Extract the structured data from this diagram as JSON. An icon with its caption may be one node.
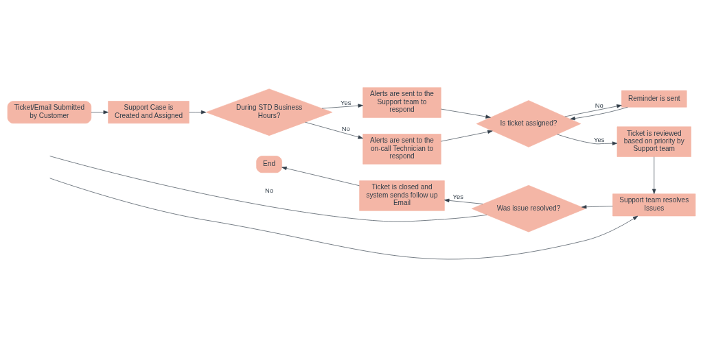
{
  "diagram": {
    "nodes": [
      {
        "text": [
          "Ticket/Email Submitted by Customer"
        ]
      },
      {
        "text": [
          "Support Case is Created and Assigned"
        ]
      },
      {
        "text": [
          "During STD Business Hours?"
        ]
      },
      {
        "text": [
          "Alerts are sent to the Support team to respond"
        ]
      },
      {
        "text": [
          "Alerts are sent to the on-call Technician to respond"
        ]
      },
      {
        "text": [
          "Reminder is sent"
        ]
      },
      {
        "text": [
          "Is ticket assigned?"
        ]
      },
      {
        "text": [
          "Ticket is reviewed based on priority by Support team"
        ]
      },
      {
        "text": [
          "Support team resolves Issues"
        ]
      },
      {
        "text": [
          "Was issue resolved?"
        ]
      },
      {
        "text": [
          "Ticket is closed and system sends follow up Email"
        ]
      },
      {
        "text": [
          "End"
        ]
      }
    ],
    "edges": [
      {
        "from": 0,
        "to": 1,
        "arrow": "to"
      },
      {
        "from": 1,
        "to": 2,
        "arrow": "to"
      },
      {
        "from": 2,
        "to": 3,
        "arrow": "to",
        "label": "Yes"
      },
      {
        "from": 2,
        "to": 4,
        "arrow": "to",
        "label": "No"
      },
      {
        "from": 3,
        "to": 6,
        "arrow": "to"
      },
      {
        "from": 4,
        "to": 6,
        "arrow": "to"
      },
      {
        "from": 6,
        "to": 5,
        "arrow": "to",
        "label": "No"
      },
      {
        "from": 5,
        "to": 6,
        "arrow": "to"
      },
      {
        "from": 6,
        "to": 7,
        "arrow": "to",
        "label": "Yes"
      },
      {
        "from": 7,
        "to": 8,
        "arrow": "to"
      },
      {
        "from": 8,
        "to": 9,
        "arrow": "to"
      },
      {
        "from": 9,
        "to": 10,
        "arrow": "to",
        "label": "Yes"
      },
      {
        "from": 10,
        "to": 11,
        "arrow": "to"
      },
      {
        "from": 9,
        "to": null,
        "arrow": "none",
        "label": "No"
      },
      {
        "from": null,
        "to": 8,
        "arrow": "to"
      }
    ]
  }
}
